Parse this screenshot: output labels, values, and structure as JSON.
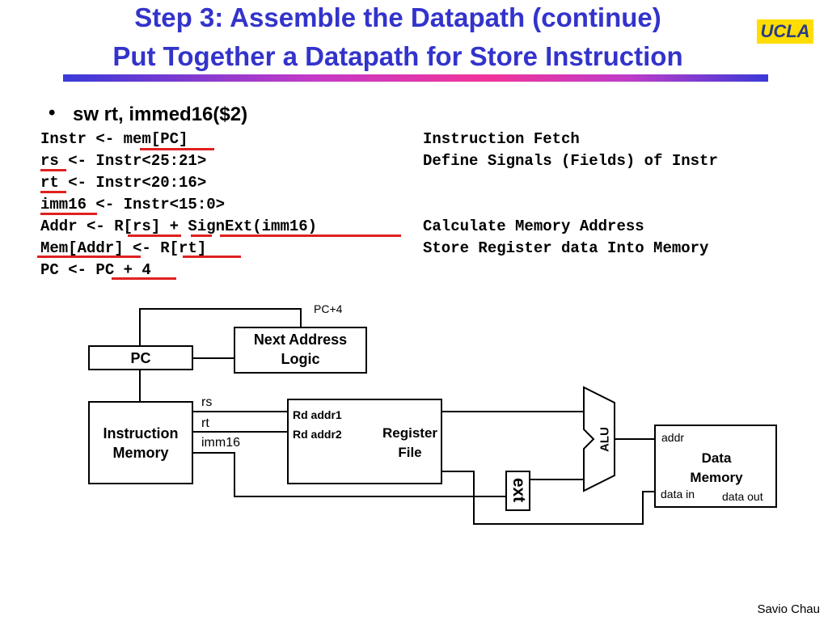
{
  "title": {
    "line1": "Step 3: Assemble the Datapath (continue)",
    "line2": "Put Together a Datapath for Store Instruction"
  },
  "logo": {
    "text": "UCLA"
  },
  "bullet": {
    "symbol": "•",
    "text": "sw rt, immed16($2)"
  },
  "code_left": [
    "Instr <- mem[PC]",
    "rs <- Instr<25:21>",
    "rt <- Instr<20:16>",
    "imm16 <- Instr<15:0>",
    "Addr <- R[rs] + SignExt(imm16)",
    "Mem[Addr] <- R[rt]",
    "PC <- PC + 4"
  ],
  "code_right": [
    "Instruction Fetch",
    "Define Signals (Fields) of Instr",
    "",
    "",
    "Calculate Memory Address",
    "Store Register data Into Memory",
    ""
  ],
  "diagram": {
    "pc_plus_4": "PC+4",
    "next_address_logic": "Next Address Logic",
    "pc": "PC",
    "instruction_memory": "Instruction Memory",
    "rs": "rs",
    "rt": "rt",
    "imm16": "imm16",
    "rd_addr1": "Rd addr1",
    "rd_addr2": "Rd addr2",
    "register_file": "Register File",
    "alu": "ALU",
    "ext": "ext",
    "addr": "addr",
    "data_memory": "Data Memory",
    "data_in": "data in",
    "data_out": "data out"
  },
  "footer": {
    "author": "Savio Chau"
  },
  "colors": {
    "title": "#3333cc",
    "underline": "#e02020",
    "logo_bg": "#ffdd00"
  }
}
